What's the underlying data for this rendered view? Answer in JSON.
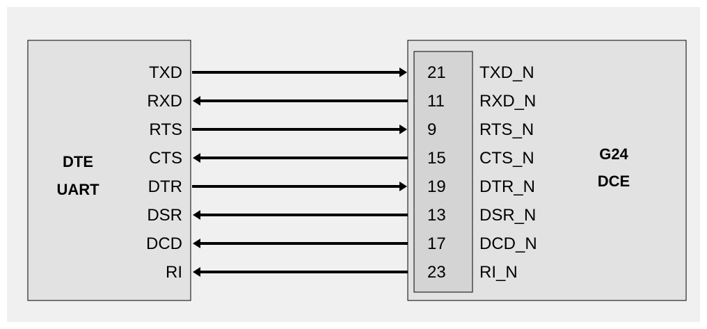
{
  "dte": {
    "title_line1": "DTE",
    "title_line2": "UART"
  },
  "dce": {
    "title_line1": "G24",
    "title_line2": "DCE"
  },
  "signals": [
    {
      "dte": "TXD",
      "pin": "21",
      "dce": "TXD_N",
      "direction": "to-dce"
    },
    {
      "dte": "RXD",
      "pin": "11",
      "dce": "RXD_N",
      "direction": "to-dte"
    },
    {
      "dte": "RTS",
      "pin": "9",
      "dce": "RTS_N",
      "direction": "to-dce"
    },
    {
      "dte": "CTS",
      "pin": "15",
      "dce": "CTS_N",
      "direction": "to-dte"
    },
    {
      "dte": "DTR",
      "pin": "19",
      "dce": "DTR_N",
      "direction": "to-dce"
    },
    {
      "dte": "DSR",
      "pin": "13",
      "dce": "DSR_N",
      "direction": "to-dte"
    },
    {
      "dte": "DCD",
      "pin": "17",
      "dce": "DCD_N",
      "direction": "to-dte"
    },
    {
      "dte": "RI",
      "pin": "23",
      "dce": "RI_N",
      "direction": "to-dte"
    }
  ],
  "colors": {
    "background": "#f0f0f0",
    "box_fill": "#e2e2e2",
    "pin_block_fill": "#d4d4d4",
    "line": "#000000",
    "text": "#000000"
  }
}
